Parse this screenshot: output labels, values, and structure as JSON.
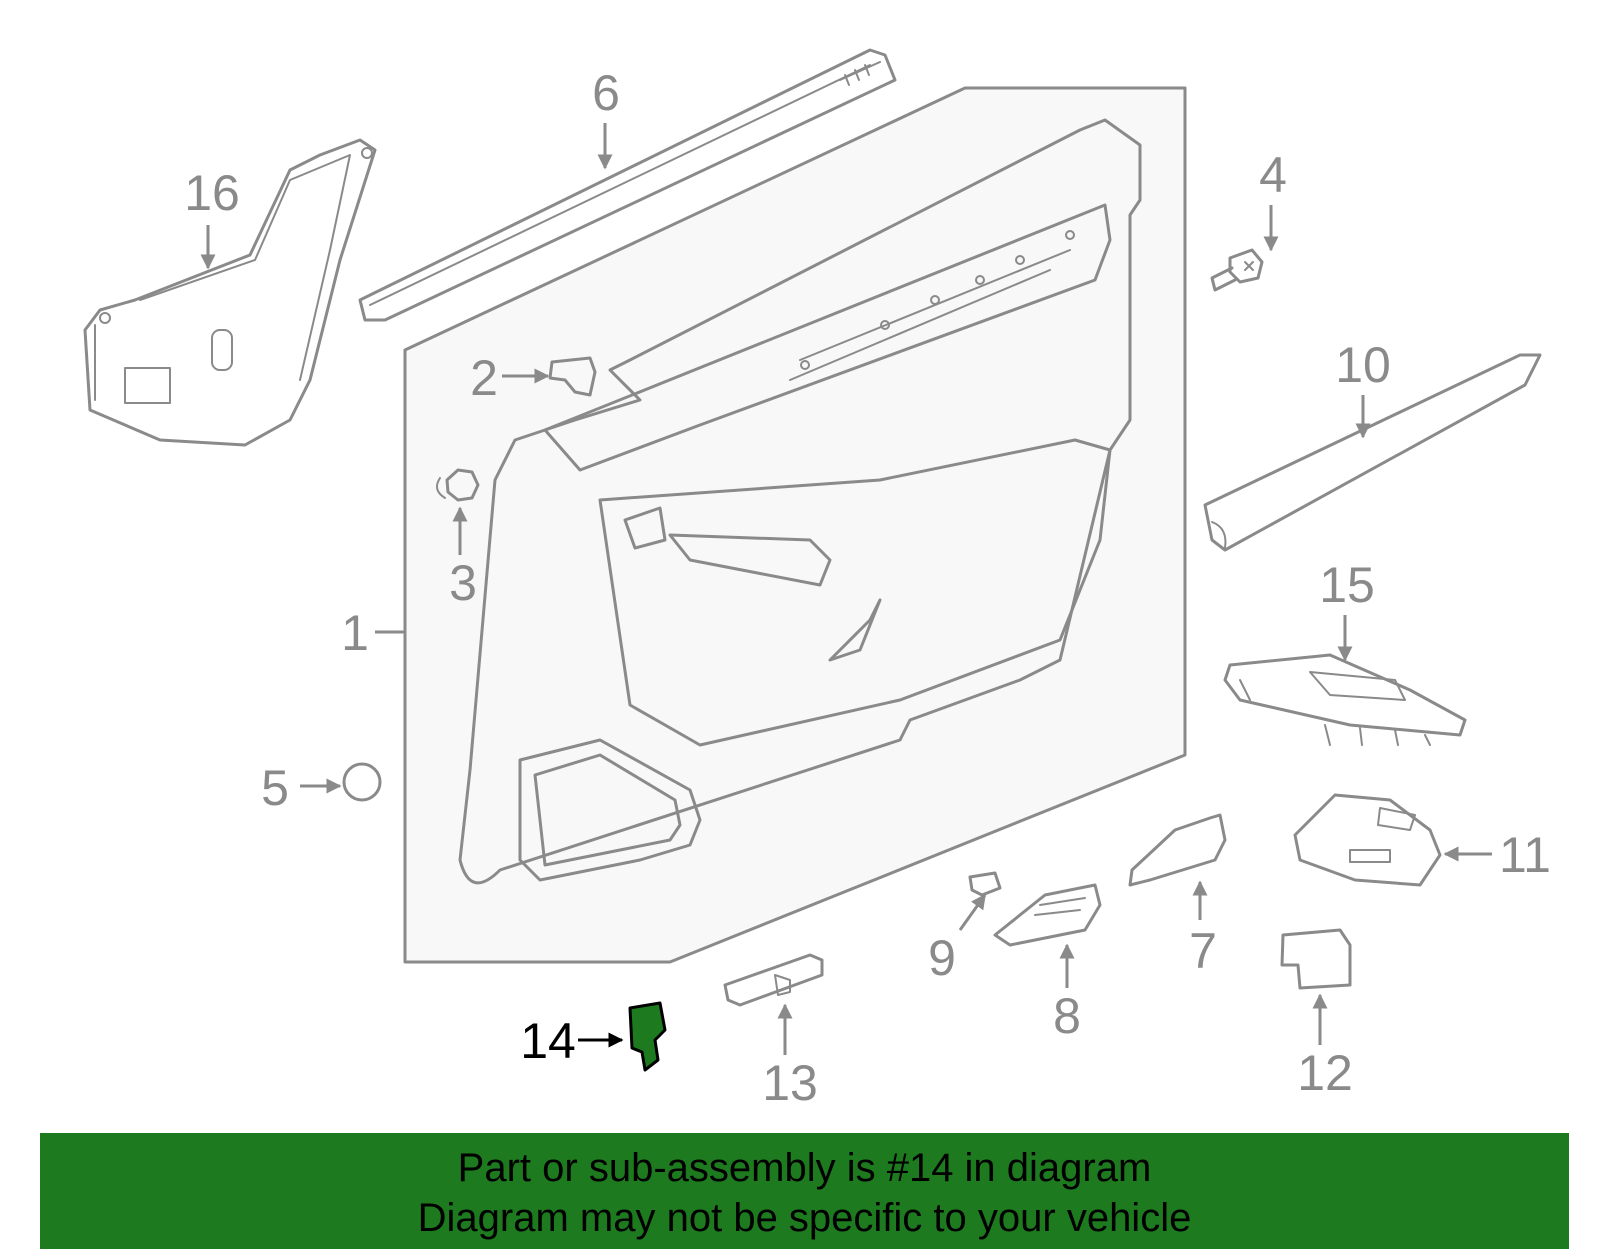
{
  "colors": {
    "diagram_gray": "#8a8a8a",
    "highlight_green": "#1e7a1e",
    "banner_green": "#1e7a1e",
    "text_black": "#000000"
  },
  "callouts": [
    {
      "number": "1"
    },
    {
      "number": "2"
    },
    {
      "number": "3"
    },
    {
      "number": "4"
    },
    {
      "number": "5"
    },
    {
      "number": "6"
    },
    {
      "number": "7"
    },
    {
      "number": "8"
    },
    {
      "number": "9"
    },
    {
      "number": "10"
    },
    {
      "number": "11"
    },
    {
      "number": "12"
    },
    {
      "number": "13"
    },
    {
      "number": "14",
      "highlighted": true
    },
    {
      "number": "15"
    },
    {
      "number": "16"
    }
  ],
  "banner": {
    "line1": "Part or sub-assembly is #14 in diagram",
    "line2": "Diagram may not be specific to your vehicle"
  }
}
